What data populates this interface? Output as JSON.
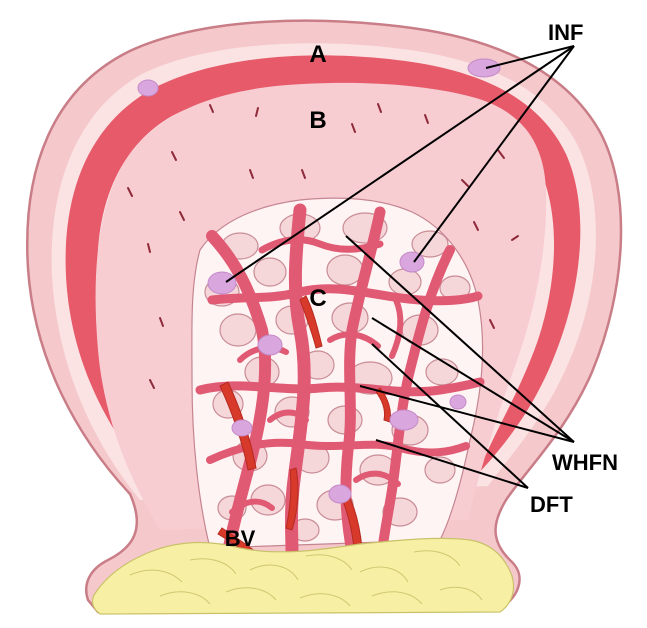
{
  "diagram": {
    "region_labels": {
      "a": "A",
      "b": "B",
      "c": "C",
      "bv": "BV"
    },
    "callouts": {
      "inf": "INF",
      "whfn": "WHFN",
      "dft": "DFT"
    },
    "colors": {
      "outer_skin": "#f4c7c9",
      "skin_outline": "#c87a84",
      "dense_band": "#e85a6a",
      "inner_tissue": "#f6cdd0",
      "network": "#e25d76",
      "fat_cells": "#f3d9d9",
      "vessel": "#dd3a2a",
      "inflammation": "#d8a8dc",
      "fat_base": "#f8f0a8",
      "label_text": "#000000"
    }
  }
}
